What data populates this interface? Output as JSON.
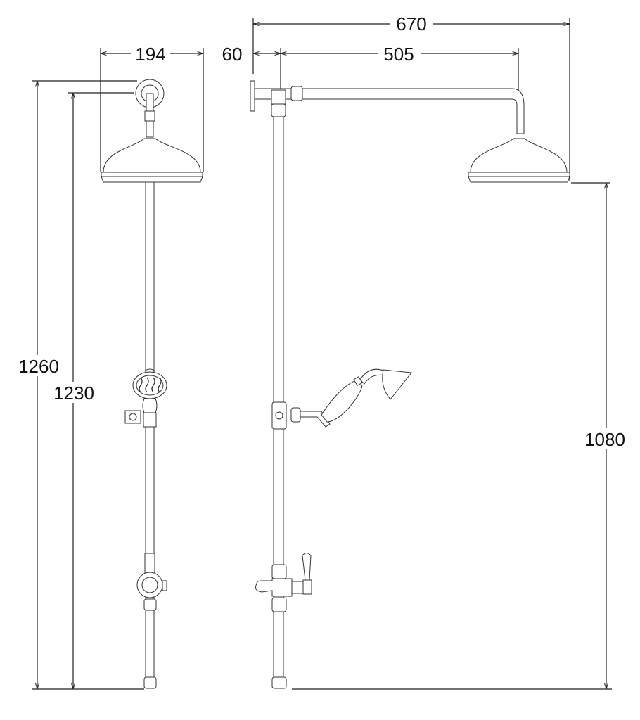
{
  "title": "Shower riser kit dimension drawing",
  "dimensions": {
    "head_width": "194",
    "wall_offset": "60",
    "arm_projection": "505",
    "overall_projection": "670",
    "overall_height": "1260",
    "wall_bracket_height": "1230",
    "head_height": "1080"
  },
  "colors": {
    "line": "#222222",
    "background": "#ffffff"
  }
}
